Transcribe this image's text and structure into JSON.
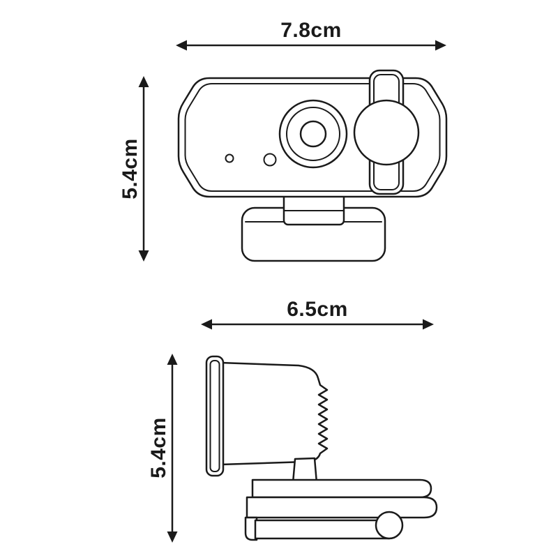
{
  "colors": {
    "ink": "#1a1a1a",
    "background": "#ffffff"
  },
  "diagram": {
    "front_view": {
      "width_label": "7.8cm",
      "height_label": "5.4cm"
    },
    "side_view": {
      "width_label": "6.5cm",
      "height_label": "5.4cm"
    }
  }
}
